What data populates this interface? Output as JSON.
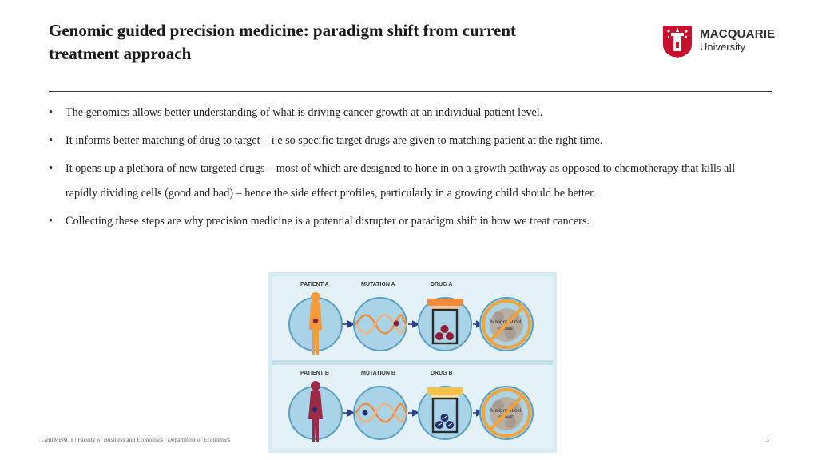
{
  "slide": {
    "title_line1": "Genomic guided precision medicine: paradigm shift from current",
    "title_line2": "treatment approach",
    "logo": {
      "name": "MACQUARIE",
      "sub": "University"
    },
    "bullets": [
      "The genomics allows better understanding of what is driving cancer growth at an individual patient level.",
      "It informs better matching of drug to target – i.e so specific target drugs are given to matching patient at the right time.",
      "It opens up a plethora of new targeted drugs – most of which are designed to hone in on a growth pathway as opposed to chemotherapy that kills all rapidly dividing cells (good and bad) – hence the side effect profiles, particularly in a growing child should be better.",
      "Collecting these steps are why precision medicine is a potential disrupter or paradigm shift in how we treat cancers."
    ],
    "bullet_glyph": "•",
    "footer": "GenIMPACT | Faculty of Business and Economics | Department of Economics",
    "page_number": "3"
  },
  "figure": {
    "row_a": {
      "patient": "PATIENT A",
      "mutation": "MUTATION A",
      "drug": "DRUG A",
      "outcome_line1": "Malignant cell",
      "outcome_line2": "growth"
    },
    "row_b": {
      "patient": "PATIENT B",
      "mutation": "MUTATION B",
      "drug": "DRUG B",
      "outcome_line1": "Malignant cell",
      "outcome_line2": "growth"
    },
    "colors": {
      "background": "#d6ebf2",
      "circle": "#a9d3e6",
      "circle_stroke": "#5b9fc2",
      "patient_a": "#f39a3b",
      "patient_b": "#9b2a46",
      "dna_orange": "#f28b3a",
      "marker": "#8e1f3a",
      "arrow": "#2b3f8f",
      "forbid": "#f2a33a",
      "cell": "#b9aea2"
    }
  }
}
